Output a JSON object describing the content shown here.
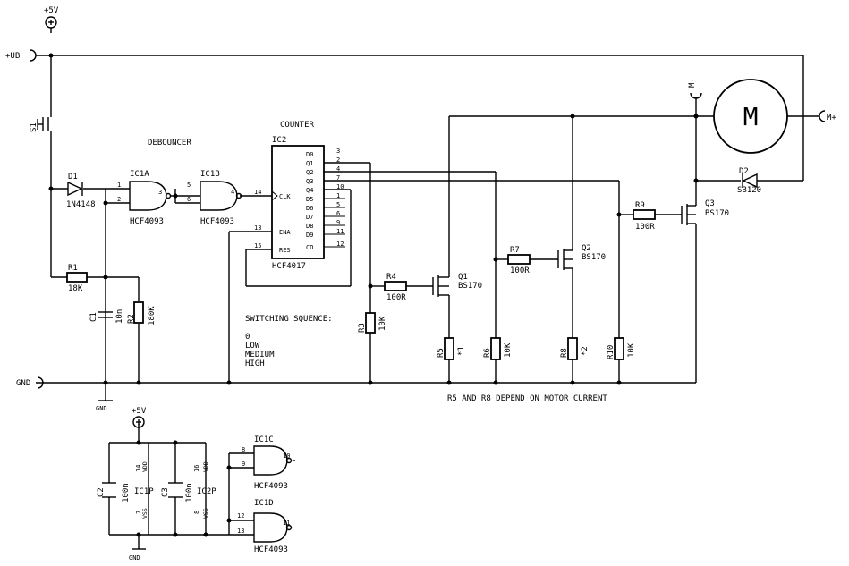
{
  "rails": {
    "plus5v": "+5V",
    "plus_ub": "+UB",
    "gnd": "GND",
    "gnd_symbol": "GND",
    "m_minus": "M-",
    "m_plus": "M+"
  },
  "blocks": {
    "debouncer": "DEBOUNCER",
    "counter": "COUNTER"
  },
  "switch": {
    "ref": "S1"
  },
  "diodes": {
    "d1": {
      "ref": "D1",
      "part": "1N4148"
    },
    "d2": {
      "ref": "D2",
      "part": "SB120"
    }
  },
  "gates": {
    "ic1a": {
      "ref": "IC1A",
      "part": "HCF4093",
      "pins": [
        "1",
        "2",
        "3"
      ]
    },
    "ic1b": {
      "ref": "IC1B",
      "part": "HCF4093",
      "pins": [
        "5",
        "6",
        "4"
      ]
    },
    "ic1c": {
      "ref": "IC1C",
      "part": "HCF4093",
      "pins": [
        "8",
        "9",
        "10"
      ]
    },
    "ic1d": {
      "ref": "IC1D",
      "part": "HCF4093",
      "pins": [
        "12",
        "13",
        "11"
      ]
    }
  },
  "counter_ic": {
    "ref": "IC2",
    "part": "HCF4017",
    "left_pins": [
      {
        "num": "14",
        "name": "CLK"
      },
      {
        "num": "13",
        "name": "ENA"
      },
      {
        "num": "15",
        "name": "RES"
      }
    ],
    "right_pins": [
      {
        "num": "3",
        "name": "D0"
      },
      {
        "num": "2",
        "name": "Q1"
      },
      {
        "num": "4",
        "name": "Q2"
      },
      {
        "num": "7",
        "name": "Q3"
      },
      {
        "num": "10",
        "name": "Q4"
      },
      {
        "num": "1",
        "name": "D5"
      },
      {
        "num": "5",
        "name": "D6"
      },
      {
        "num": "6",
        "name": "D7"
      },
      {
        "num": "9",
        "name": "D8"
      },
      {
        "num": "11",
        "name": "D9"
      },
      {
        "num": "12",
        "name": "CO"
      }
    ]
  },
  "resistors": {
    "r1": {
      "ref": "R1",
      "value": "18K"
    },
    "r2": {
      "ref": "R2",
      "value": "180K"
    },
    "r3": {
      "ref": "R3",
      "value": "10K"
    },
    "r4": {
      "ref": "R4",
      "value": "100R"
    },
    "r5": {
      "ref": "R5",
      "value": "*1"
    },
    "r6": {
      "ref": "R6",
      "value": "10K"
    },
    "r7": {
      "ref": "R7",
      "value": "100R"
    },
    "r8": {
      "ref": "R8",
      "value": "*2"
    },
    "r9": {
      "ref": "R9",
      "value": "100R"
    },
    "r10": {
      "ref": "R10",
      "value": "10K"
    }
  },
  "capacitors": {
    "c1": {
      "ref": "C1",
      "value": "10n"
    },
    "c2": {
      "ref": "C2",
      "value": "100n"
    },
    "c3": {
      "ref": "C3",
      "value": "100n"
    }
  },
  "transistors": {
    "q1": {
      "ref": "Q1",
      "part": "BS170"
    },
    "q2": {
      "ref": "Q2",
      "part": "BS170"
    },
    "q3": {
      "ref": "Q3",
      "part": "BS170"
    }
  },
  "motor": {
    "symbol": "M"
  },
  "power_pins": {
    "ic1p": {
      "ref": "IC1P",
      "vdd_pin": "14",
      "vdd": "VDD",
      "vss_pin": "7",
      "vss": "VSS"
    },
    "ic2p": {
      "ref": "IC2P",
      "vdd_pin": "16",
      "vdd": "VDD",
      "vss_pin": "8",
      "vss": "VSS"
    }
  },
  "notes": {
    "sequence_title": "SWITCHING SQUENCE:",
    "sequence": [
      "0",
      "LOW",
      "MEDIUM",
      "HIGH"
    ],
    "depend": "R5 AND R8 DEPEND ON MOTOR CURRENT"
  }
}
